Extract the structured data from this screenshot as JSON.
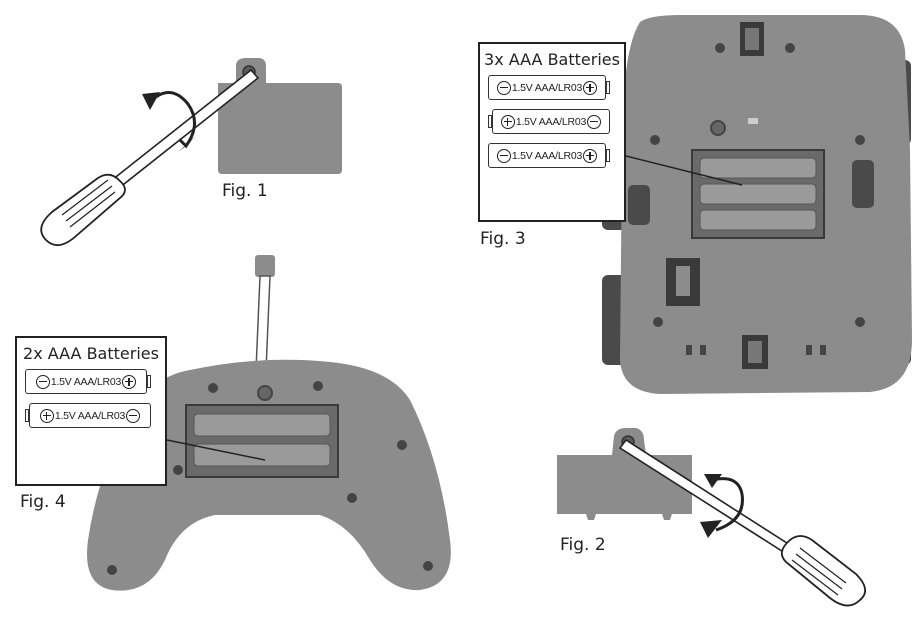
{
  "figures": {
    "fig1": "Fig. 1",
    "fig2": "Fig. 2",
    "fig3": "Fig. 3",
    "fig4": "Fig. 4"
  },
  "car_batteries": {
    "title": "3x AAA Batteries",
    "cells": [
      {
        "text": "1.5V AAA/LR03",
        "left": "minus",
        "right": "plus"
      },
      {
        "text": "1.5V AAA/LR03",
        "left": "plus",
        "right": "minus"
      },
      {
        "text": "1.5V AAA/LR03",
        "left": "minus",
        "right": "plus"
      }
    ]
  },
  "remote_batteries": {
    "title": "2x AAA Batteries",
    "cells": [
      {
        "text": "1.5V AAA/LR03",
        "left": "minus",
        "right": "plus"
      },
      {
        "text": "1.5V AAA/LR03",
        "left": "plus",
        "right": "minus"
      }
    ]
  },
  "colors": {
    "device_gray": "#8c8c8c",
    "dark_gray": "#4a4a4a",
    "outline": "#222222"
  },
  "icons": [
    "screwdriver-icon",
    "rotate-arrow-icon",
    "plus-terminal-icon",
    "minus-terminal-icon"
  ]
}
